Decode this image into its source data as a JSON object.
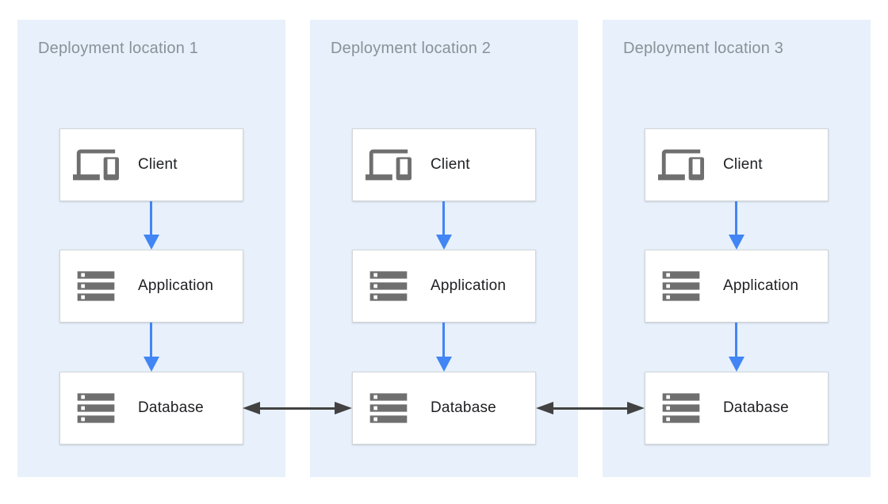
{
  "diagram": {
    "description": "Three deployment locations, each running a Client, Application and Database; databases replicate between locations"
  },
  "colors": {
    "panel_bg": "#e7f0fb",
    "box_bg": "#ffffff",
    "box_border": "#d2d5d8",
    "title_text": "#8a9197",
    "label_text": "#202124",
    "icon_gray": "#6f6f6f",
    "flow_arrow_blue": "#4285f4",
    "sync_arrow_dark": "#424242"
  },
  "panels": [
    {
      "title": "Deployment location 1",
      "nodes": [
        {
          "icon": "devices-icon",
          "label": "Client"
        },
        {
          "icon": "storage-icon",
          "label": "Application"
        },
        {
          "icon": "storage-icon",
          "label": "Database"
        }
      ]
    },
    {
      "title": "Deployment location 2",
      "nodes": [
        {
          "icon": "devices-icon",
          "label": "Client"
        },
        {
          "icon": "storage-icon",
          "label": "Application"
        },
        {
          "icon": "storage-icon",
          "label": "Database"
        }
      ]
    },
    {
      "title": "Deployment location 3",
      "nodes": [
        {
          "icon": "devices-icon",
          "label": "Client"
        },
        {
          "icon": "storage-icon",
          "label": "Application"
        },
        {
          "icon": "storage-icon",
          "label": "Database"
        }
      ]
    }
  ],
  "connections": {
    "within_each_location": [
      "Client -> Application (blue arrow)",
      "Application -> Database (blue arrow)"
    ],
    "between_locations": [
      "Database (location 1) <-> Database (location 2)",
      "Database (location 2) <-> Database (location 3)"
    ]
  }
}
